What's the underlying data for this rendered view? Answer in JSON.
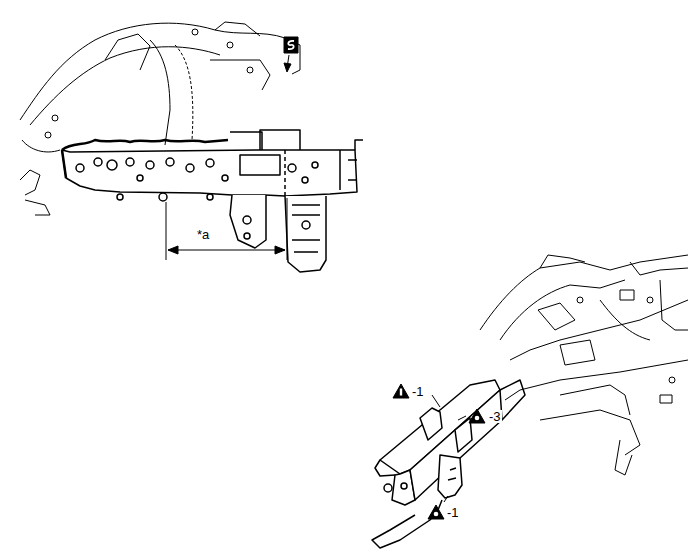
{
  "diagram": {
    "labels": [
      "*a",
      "-1",
      "-3",
      "-1"
    ]
  }
}
